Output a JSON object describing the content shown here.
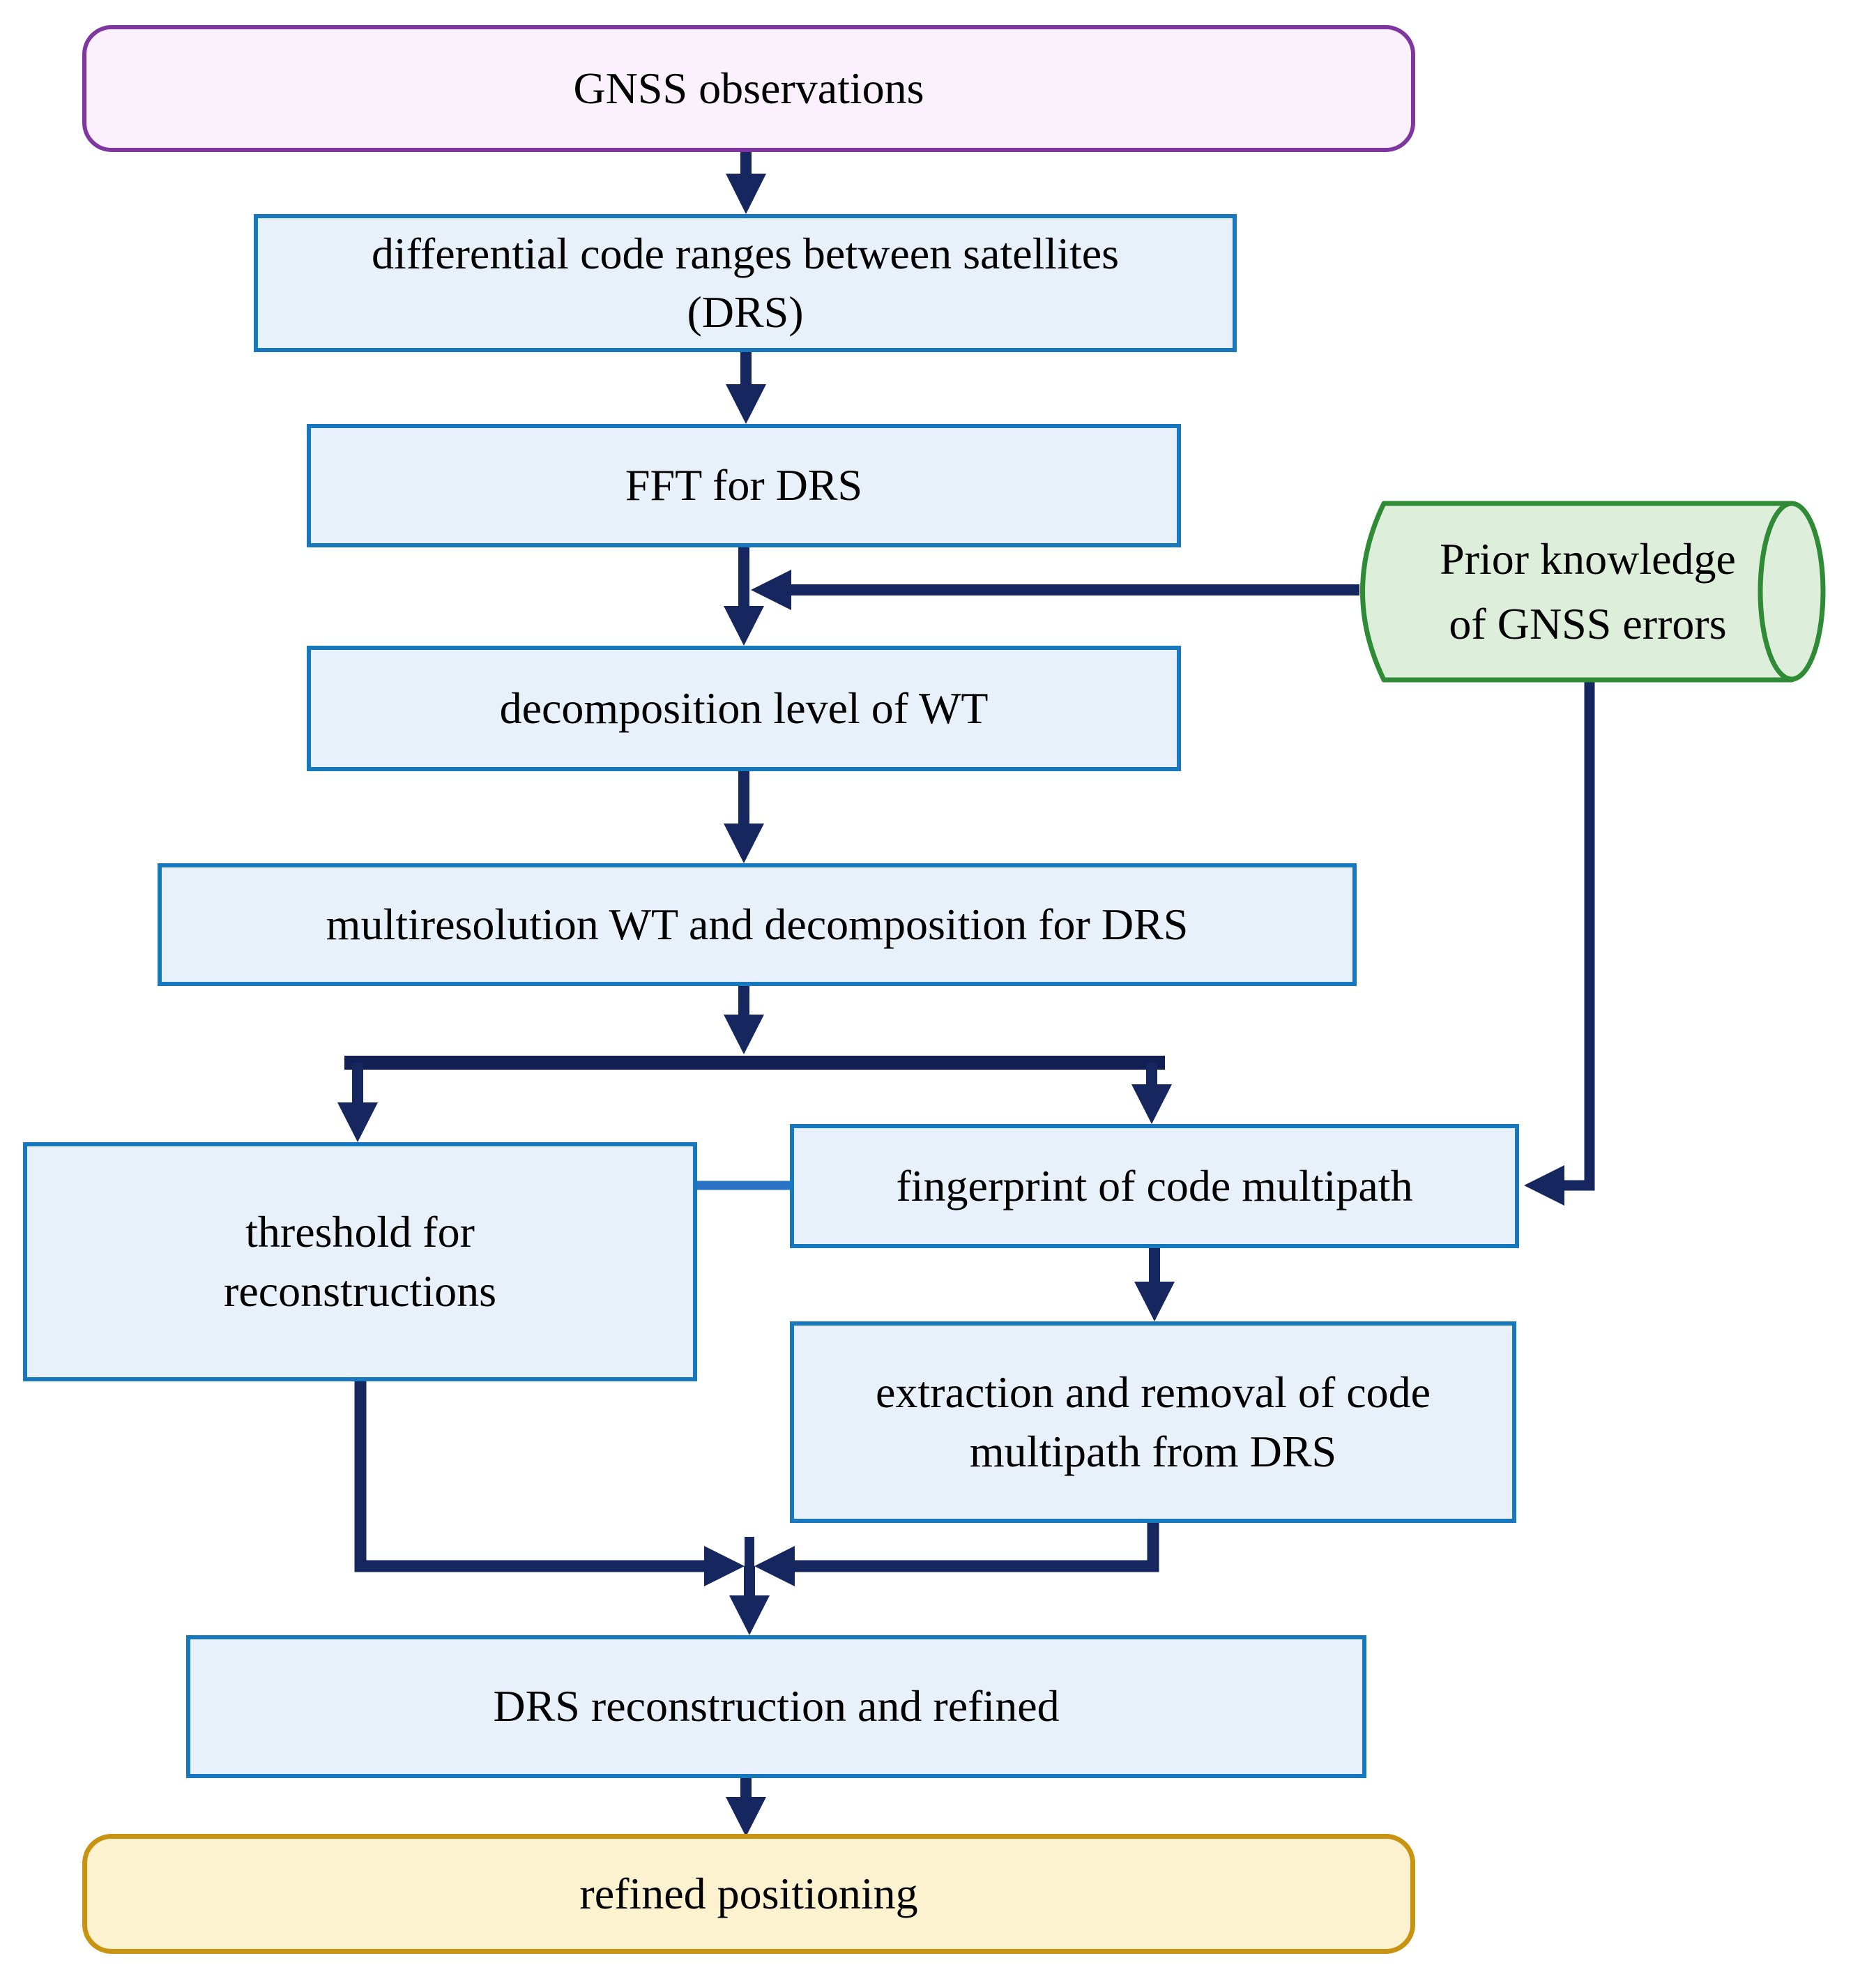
{
  "diagram": {
    "nodes": {
      "gnss": {
        "label": "GNSS observations",
        "shape": "rounded-terminator",
        "fill": "#faf1fc",
        "border": "#8036a0"
      },
      "drs": {
        "lines": [
          "differential code ranges between satellites",
          "(DRS)"
        ],
        "shape": "process",
        "fill": "#e8f0f9",
        "border": "#1778be"
      },
      "fft": {
        "label": "FFT for DRS",
        "shape": "process",
        "fill": "#e8f0f9",
        "border": "#1778be"
      },
      "prior": {
        "lines": [
          "Prior knowledge",
          "of GNSS errors"
        ],
        "shape": "stored-data-cylinder",
        "fill": "#ddeeda",
        "border": "#2f8b35"
      },
      "decomposition": {
        "label": "decomposition level of WT",
        "shape": "process",
        "fill": "#e8f0f9",
        "border": "#1778be"
      },
      "multiresolution": {
        "label": "multiresolution WT and decomposition for DRS",
        "shape": "process",
        "fill": "#e8f0f9",
        "border": "#1778be"
      },
      "threshold": {
        "lines": [
          "threshold for",
          "reconstructions"
        ],
        "shape": "process",
        "fill": "#e8f0f9",
        "border": "#1778be"
      },
      "fingerprint": {
        "label": "fingerprint of code multipath",
        "shape": "process",
        "fill": "#e8f0f9",
        "border": "#1778be"
      },
      "extraction": {
        "lines": [
          "extraction and removal of code",
          "multipath from DRS"
        ],
        "shape": "process",
        "fill": "#e8f0f9",
        "border": "#1778be"
      },
      "reconstruction": {
        "label": "DRS reconstruction and refined",
        "shape": "process",
        "fill": "#e8f0f9",
        "border": "#1778be"
      },
      "refined": {
        "label": "refined positioning",
        "shape": "rounded-terminator",
        "fill": "#fdf2cf",
        "border": "#c79310"
      }
    },
    "edges": [
      {
        "from": "gnss",
        "to": "drs",
        "style": "arrow"
      },
      {
        "from": "drs",
        "to": "fft",
        "style": "arrow"
      },
      {
        "from": "fft",
        "to": "decomposition",
        "style": "arrow"
      },
      {
        "from": "prior",
        "to": "fft-decomposition-link",
        "style": "arrow"
      },
      {
        "from": "prior",
        "to": "fingerprint",
        "style": "arrow"
      },
      {
        "from": "decomposition",
        "to": "multiresolution",
        "style": "arrow"
      },
      {
        "from": "multiresolution",
        "to": "threshold",
        "style": "arrow-branch"
      },
      {
        "from": "multiresolution",
        "to": "fingerprint",
        "style": "arrow-branch"
      },
      {
        "from": "threshold",
        "to": "fingerprint",
        "style": "plain-line"
      },
      {
        "from": "fingerprint",
        "to": "extraction",
        "style": "arrow"
      },
      {
        "from": "threshold",
        "to": "reconstruction",
        "style": "arrow-merge"
      },
      {
        "from": "extraction",
        "to": "reconstruction",
        "style": "arrow-merge"
      },
      {
        "from": "reconstruction",
        "to": "refined",
        "style": "arrow"
      }
    ],
    "colors": {
      "arrow": "#16265e",
      "link_line": "#2a72c4",
      "process_fill": "#e8f0f9",
      "process_border": "#1778be",
      "start_fill": "#faf1fc",
      "start_border": "#8036a0",
      "end_fill": "#fdf2cf",
      "end_border": "#c79310",
      "data_fill": "#ddeeda",
      "data_border": "#2f8b35"
    }
  }
}
